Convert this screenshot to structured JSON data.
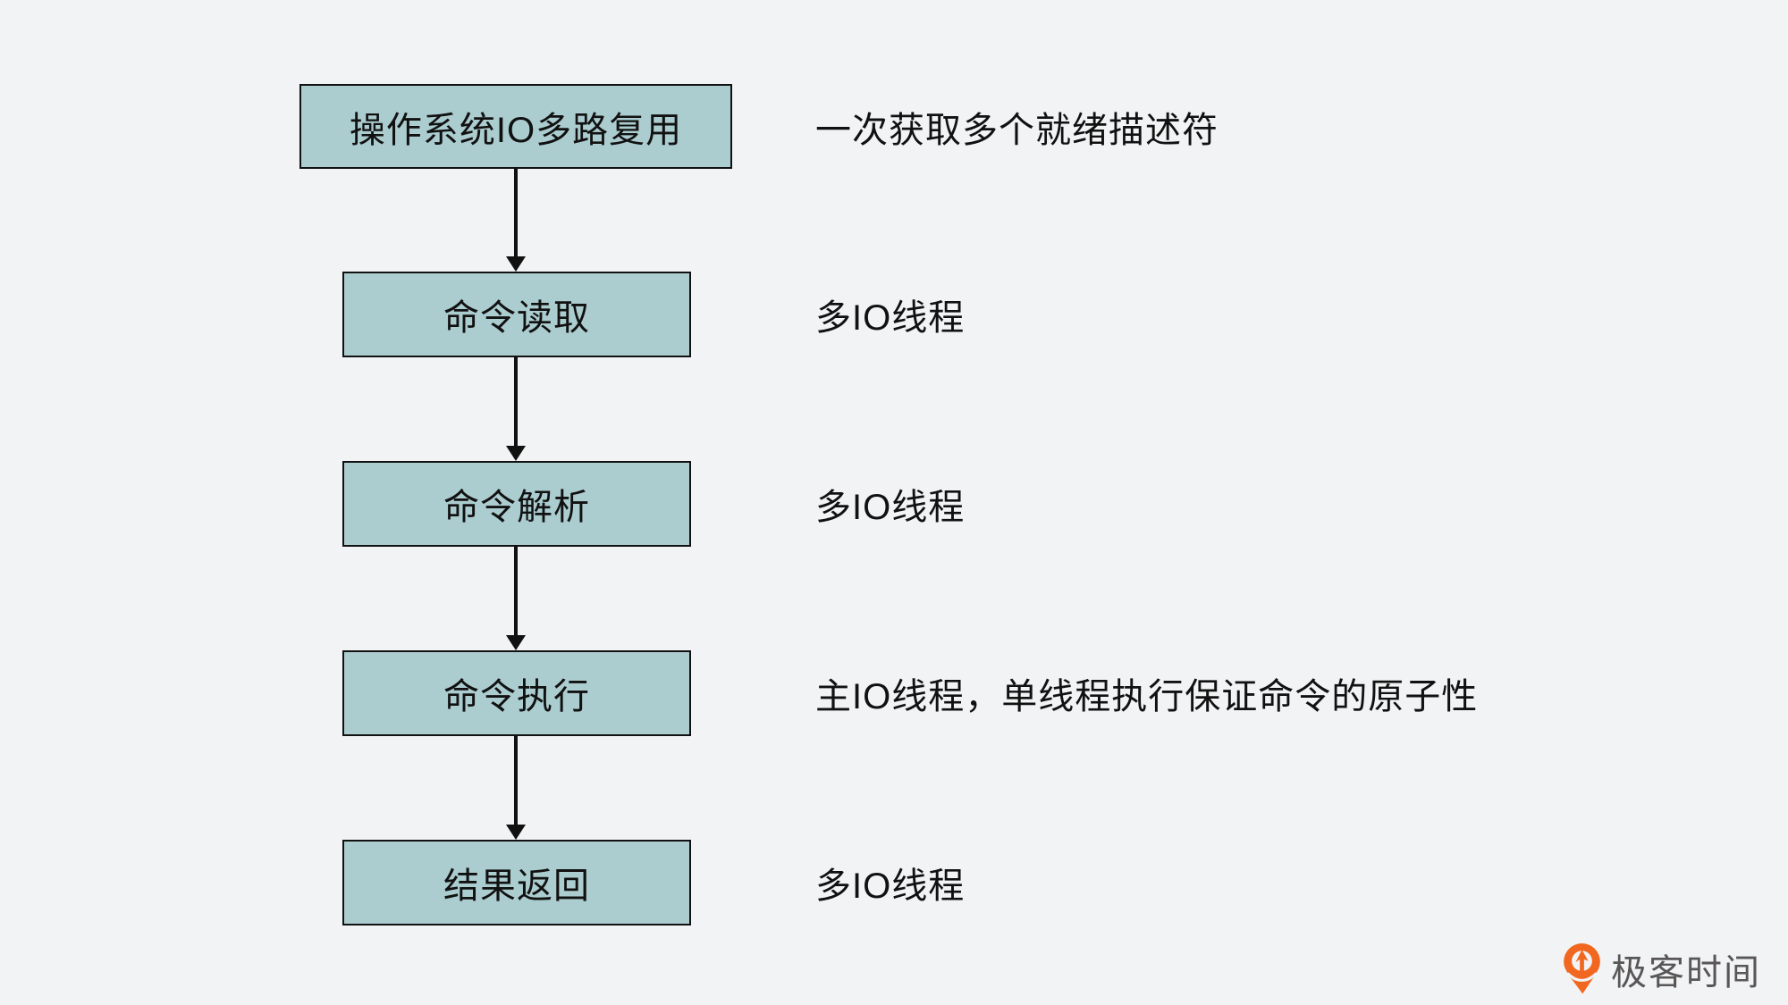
{
  "page": {
    "background_color": "#f2f3f4"
  },
  "flow": {
    "box_fill_color": "#accdd0",
    "box_border_color": "#111111",
    "text_color": "#111111",
    "direction": "top-to-bottom",
    "steps": [
      {
        "box_label": "操作系统IO多路复用",
        "annotation": "一次获取多个就绪描述符"
      },
      {
        "box_label": "命令读取",
        "annotation": "多IO线程"
      },
      {
        "box_label": "命令解析",
        "annotation": "多IO线程"
      },
      {
        "box_label": "命令执行",
        "annotation": "主IO线程，单线程执行保证命令的原子性"
      },
      {
        "box_label": "结果返回",
        "annotation": "多IO线程"
      }
    ]
  },
  "logo": {
    "text": "极客时间",
    "brand_color": "#f2671f",
    "text_color": "#585656",
    "icon": "geektime-pin-icon"
  }
}
